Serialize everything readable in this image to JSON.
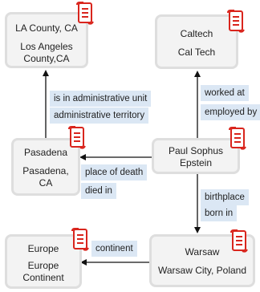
{
  "colors": {
    "node_fill": "#f3f3f3",
    "node_border": "#dedede",
    "label_fill": "#dbe7f4",
    "arrow": "#111111",
    "icon_red": "#d9251d"
  },
  "icon": "scroll-document-icon",
  "nodes": {
    "la_county": {
      "lines": [
        "LA County, CA",
        "Los Angeles",
        "County,CA"
      ]
    },
    "caltech": {
      "lines": [
        "Caltech",
        "Cal Tech"
      ]
    },
    "pasadena": {
      "lines": [
        "Pasadena",
        "Pasadena,",
        "CA"
      ]
    },
    "epstein": {
      "lines": [
        "Paul Sophus",
        "Epstein"
      ]
    },
    "europe": {
      "lines": [
        "Europe",
        "Europe",
        "Continent"
      ]
    },
    "warsaw": {
      "lines": [
        "Warsaw",
        "Warsaw City, Poland"
      ]
    }
  },
  "edges": {
    "admin_unit": {
      "lines": [
        "is in administrative unit",
        "administrative territory"
      ]
    },
    "employer": {
      "lines": [
        "worked at",
        "employed by"
      ]
    },
    "death_place": {
      "lines": [
        "place of death",
        "died in"
      ]
    },
    "birth_place": {
      "lines": [
        "birthplace",
        "born in"
      ]
    },
    "continent": {
      "lines": [
        "continent"
      ]
    }
  }
}
